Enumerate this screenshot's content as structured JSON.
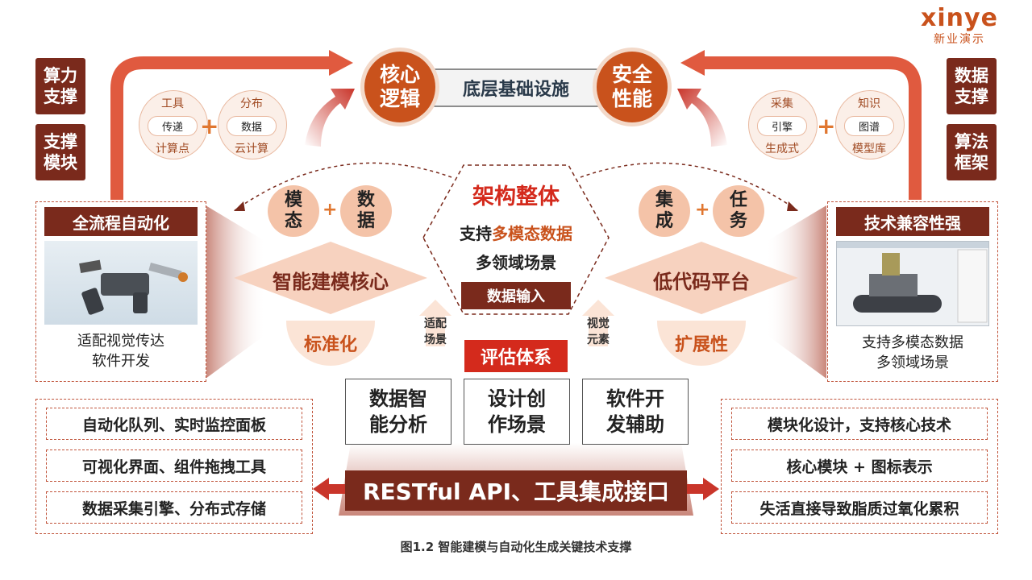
{
  "brand": {
    "logo_text": "xinye",
    "logo_sub": "新业演示"
  },
  "top": {
    "left_circle": "核心\n逻辑",
    "right_circle": "安全\n性能",
    "bar_label": "底层基础设施"
  },
  "left_side_buttons": [
    "算力\n支撑",
    "支撑\n模块"
  ],
  "right_side_buttons": [
    "数据\n支撑",
    "算法\n框架"
  ],
  "left_ovals": [
    {
      "top": "工具",
      "mid": "传递",
      "bottom": "计算点"
    },
    {
      "top": "分布",
      "mid": "数据",
      "bottom": "云计算"
    }
  ],
  "right_ovals": [
    {
      "top": "采集",
      "mid": "引擎",
      "bottom": "生成式"
    },
    {
      "top": "知识",
      "mid": "图谱",
      "bottom": "模型库"
    }
  ],
  "center": {
    "title": "架构整体",
    "line1_pre": "支持",
    "line1_accent": "多模态数据",
    "line2": "多领域场景",
    "input_label": "数据输入",
    "eval_label": "评估体系",
    "left_arrow": "适配\n场景",
    "right_arrow": "视觉\n元素"
  },
  "left_bubbles": [
    "模\n态",
    "数\n据"
  ],
  "right_bubbles": [
    "集\n成",
    "任\n务"
  ],
  "left_diamond": "智能建模核心",
  "right_diamond": "低代码平台",
  "left_half": "标准化",
  "right_half": "扩展性",
  "left_panel": {
    "title": "全流程自动化",
    "caption": "适配视觉传达\n软件开发"
  },
  "right_panel": {
    "title": "技术兼容性强",
    "caption": "支持多模态数据\n多领域场景"
  },
  "mid_boxes": [
    "数据智\n能分析",
    "设计创\n作场景",
    "软件开\n发辅助"
  ],
  "left_list": [
    "自动化队列、实时监控面板",
    "可视化界面、组件拖拽工具",
    "数据采集引擎、分布式存储"
  ],
  "right_list": [
    "模块化设计，支持核心技术",
    "核心模块 + 图标表示",
    "失活直接导致脂质过氧化累积"
  ],
  "api_banner": "RESTful API、工具集成接口",
  "caption": "图1.2 智能建模与自动化生成关键技术支撑",
  "colors": {
    "dark": "#7a2a1c",
    "accent": "#c9521c",
    "red": "#d42a1c",
    "light": "#fbe4d6"
  }
}
